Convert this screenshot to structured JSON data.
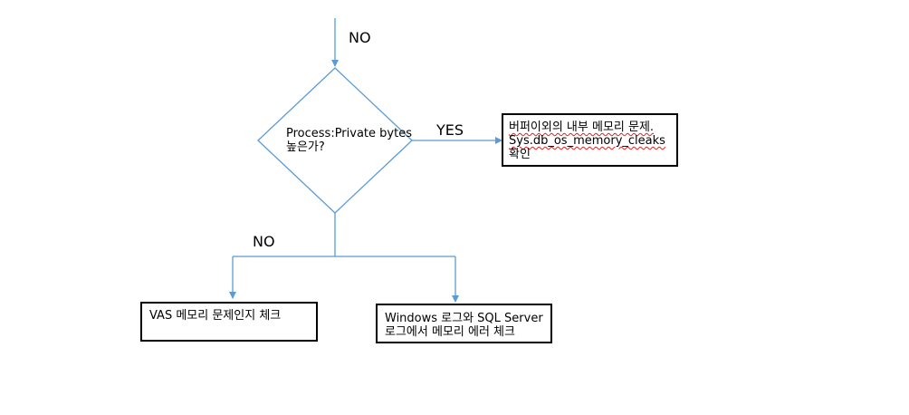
{
  "colors": {
    "connector": "#5b9bd5",
    "box_border": "#000000",
    "text": "#000000",
    "spellcheck_underline": "#e02020"
  },
  "edges": {
    "incoming_label": "NO",
    "yes_label": "YES",
    "no_label": "NO"
  },
  "decision": {
    "line1": "Process:Private bytes",
    "line2": "높은가?"
  },
  "yes_box": {
    "line1": "버퍼이외의 내부 메모리 문제.",
    "line2": "Sys.db_os_memory_cleaks",
    "line3": "확인"
  },
  "no_box_left": {
    "line1": "VAS 메모리 문제인지 체크"
  },
  "no_box_right": {
    "line1": "Windows 로그와 SQL Server",
    "line2": "로그에서 메모리 에러 체크"
  }
}
